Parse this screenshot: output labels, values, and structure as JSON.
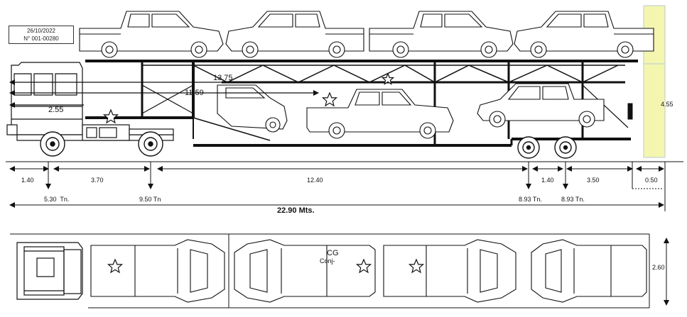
{
  "header": {
    "date": "26/10/2022",
    "doc_number": "N° 001-00280"
  },
  "height_labels": {
    "upper_length": "13.75",
    "lower_length": "11.59",
    "cab_height": "2.55",
    "total_height": "4.55"
  },
  "segments": [
    "1.40",
    "3.70",
    "12.40",
    "1.40",
    "3.50",
    "0.50"
  ],
  "axle_loads": [
    "5.30  Tn.",
    "9.50 Tn",
    "8.93 Tn.",
    "8.93 Tn."
  ],
  "total_length": "22.90 Mts.",
  "plan_view": {
    "cg_label": "CG",
    "cg_sublabel": "Conj-",
    "width": "2.60"
  },
  "colors": {
    "line": "#111111",
    "highlight": "#f4f6b0",
    "highlight_edge": "#b9c9d6"
  }
}
